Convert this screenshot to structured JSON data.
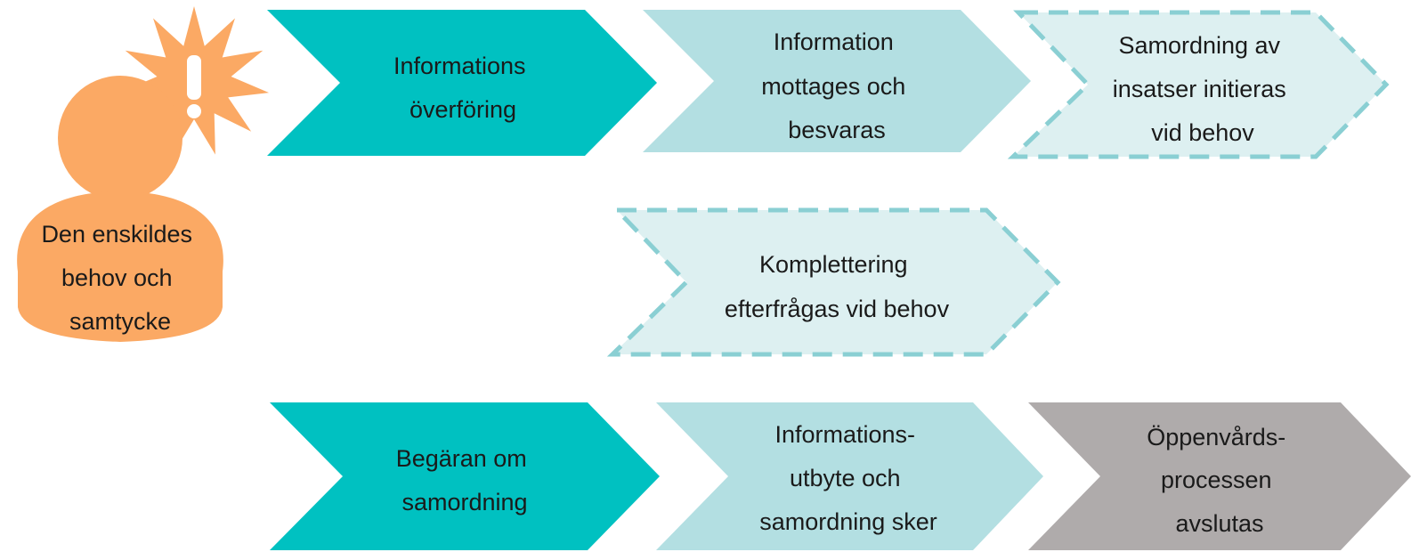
{
  "person": {
    "label_lines": [
      "Den enskildes",
      "behov och",
      "samtycke"
    ],
    "body_color": "#FBA964",
    "alert_color": "#FBA964"
  },
  "top_row": [
    {
      "lines": [
        "Informations",
        "överföring"
      ],
      "style": "solid-teal"
    },
    {
      "lines": [
        "Information",
        "mottages och",
        "besvaras"
      ],
      "style": "light-teal"
    },
    {
      "lines": [
        "Samordning av",
        "insatser initieras",
        "vid behov"
      ],
      "style": "dashed"
    }
  ],
  "middle": {
    "lines": [
      "Komplettering",
      "efterfrågas vid behov"
    ],
    "style": "dashed"
  },
  "bottom_row": [
    {
      "lines": [
        "Begäran om",
        "samordning"
      ],
      "style": "solid-teal"
    },
    {
      "lines": [
        "Informations-",
        "utbyte och",
        "samordning sker"
      ],
      "style": "light-teal"
    },
    {
      "lines": [
        "Öppenvårds-",
        "processen",
        "avslutas"
      ],
      "style": "grey"
    }
  ],
  "colors": {
    "solid_teal": "#00C1C1",
    "light_teal": "#B3DFE2",
    "dashed_fill": "#DDF0F1",
    "dashed_stroke": "#8ACFD3",
    "grey": "#AFABAB",
    "text": "#1a1a1a"
  }
}
